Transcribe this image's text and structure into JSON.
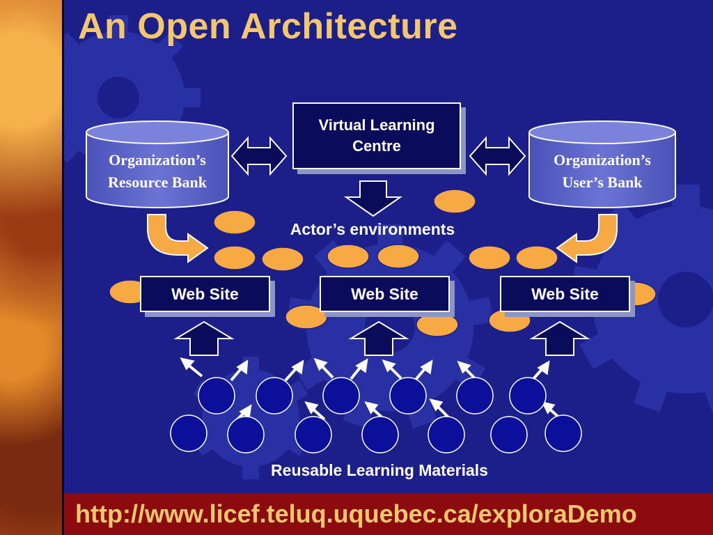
{
  "title": "An Open Architecture",
  "center_box": {
    "line1": "Virtual Learning",
    "line2": "Centre"
  },
  "resource_bank": {
    "line1": "Organization’s",
    "line2": "Resource Bank"
  },
  "user_bank": {
    "line1": "Organization’s",
    "line2": "User’s Bank"
  },
  "actors_label": "Actor’s environments",
  "web_sites": [
    "Web Site",
    "Web Site",
    "Web Site"
  ],
  "materials_label": "Reusable Learning Materials",
  "url": "http://www.licef.teluq.uquebec.ca/exploraDemo",
  "colors": {
    "background": "#1c1f8a",
    "box": "#0b0b5c",
    "cylinder": "#5a63c6",
    "actor_ellipse": "#f7a944",
    "material_circle": "#0c0f9a",
    "title": "#f3c76e",
    "url_bar": "#8c0b0f"
  },
  "icons": {
    "actor": "orange-ellipse",
    "material": "blue-circle",
    "link": "double-headed-arrow",
    "flow": "down-arrow, up-arrow, curved-arrow"
  }
}
